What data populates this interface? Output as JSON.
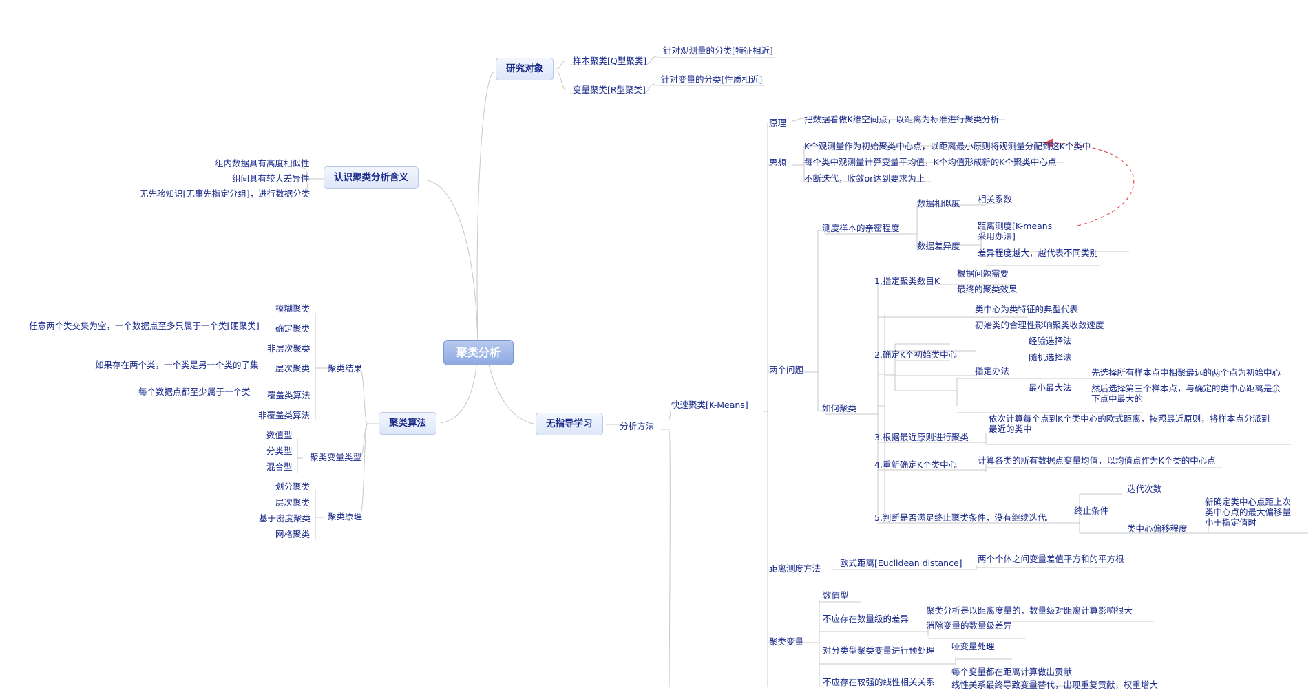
{
  "central": "聚类分析",
  "research": {
    "title": "研究对象",
    "sample": "样本聚类[Q型聚类]",
    "sample_desc": "针对观测量的分类[特征相近]",
    "variable": "变量聚类[R型聚类]",
    "variable_desc": "针对变量的分类[性质相近]"
  },
  "meaning": {
    "title": "认识聚类分析含义",
    "items": [
      "组内数据具有高度相似性",
      "组间具有较大差异性",
      "无先验知识[无事先指定分组]，进行数据分类"
    ]
  },
  "algo": {
    "title": "聚类算法",
    "result": {
      "title": "聚类结果",
      "items": [
        "模糊聚类",
        "确定聚类",
        "非层次聚类",
        "层次聚类",
        "覆盖类算法",
        "非覆盖类算法"
      ],
      "notes": [
        "任意两个类交集为空，一个数据点至多只属于一个类[硬聚类]",
        "如果存在两个类，一个类是另一个类的子集",
        "每个数据点都至少属于一个类"
      ]
    },
    "vartype": {
      "title": "聚类变量类型",
      "items": [
        "数值型",
        "分类型",
        "混合型"
      ]
    },
    "principle": {
      "title": "聚类原理",
      "items": [
        "划分聚类",
        "层次聚类",
        "基于密度聚类",
        "网格聚类"
      ]
    }
  },
  "unsup": {
    "title": "无指导学习",
    "method": "分析方法",
    "kmeans": "快速聚类[K-Means]",
    "yuanli": "原理",
    "yuanli_desc": "把数据看做K维空间点，以距离为标准进行聚类分析",
    "sixiang": "思想",
    "sixiang_items": [
      "K个观测量作为初始聚类中心点，以距离最小原则将观测量分配到这K个类中",
      "每个类中观测量计算变量平均值，K个均值形成新的K个聚类中心点",
      "不断迭代，收敛or达到要求为止"
    ],
    "two": "两个问题",
    "measure": "测度样本的亲密程度",
    "similar": "数据相似度",
    "similar_item": "相关系数",
    "diff": "数据差异度",
    "diff_items": [
      "距离测度[K-means采用办法]",
      "差异程度越大，越代表不同类别"
    ],
    "howto": "如何聚类",
    "step1": "1.指定聚类数目K",
    "step1_items": [
      "根据问题需要",
      "最终的聚类效果"
    ],
    "step2": "2.确定K个初始类中心",
    "step2_items": [
      "类中心为类特征的典型代表",
      "初始类的合理性影响聚类收敛速度"
    ],
    "zhiding": "指定办法",
    "zhiding_items": [
      "经验选择法",
      "随机选择法",
      "最小最大法"
    ],
    "minmax_items": [
      "先选择所有样本点中相聚最远的两个点为初始中心",
      "然后选择第三个样本点，与确定的类中心距离是余下点中最大的"
    ],
    "step3": "3.根据最近原则进行聚类",
    "step3_item": "依次计算每个点到K个类中心的欧式距离，按照最近原则，将样本点分派到最近的类中",
    "step4": "4.重新确定K个类中心",
    "step4_item": "计算各类的所有数据点变量均值，以均值点作为K个类的中心点",
    "step5": "5.判断是否满足终止聚类条件，没有继续迭代。",
    "stop": "终止条件",
    "stop_items": [
      "迭代次数",
      "类中心偏移程度"
    ],
    "offset_desc": "新确定类中心点距上次类中心点的最大偏移量小于指定值时",
    "dist": "距离测度方法",
    "euclid": "欧式距离[Euclidean distance]",
    "euclid_desc": "两个个体之间变量差值平方和的平方根",
    "vars": "聚类变量",
    "vars_num": "数值型",
    "vars_scale": "不应存在数量级的差异",
    "vars_scale_items": [
      "聚类分析是以距离度量的，数量级对距离计算影响很大",
      "消除变量的数量级差异"
    ],
    "vars_cat": "对分类型聚类变量进行预处理",
    "vars_cat_item": "哑变量处理",
    "vars_corr": "不应存在较强的线性相关关系",
    "vars_corr_items": [
      "每个变量都在距离计算做出贡献",
      "线性关系最终导致变量替代，出现重复贡献，权重增大"
    ]
  },
  "colors": {
    "text": "#1a2a8a",
    "link": "#c8c8c8",
    "root": "#8ea9e2",
    "arrow": "#e05050"
  }
}
